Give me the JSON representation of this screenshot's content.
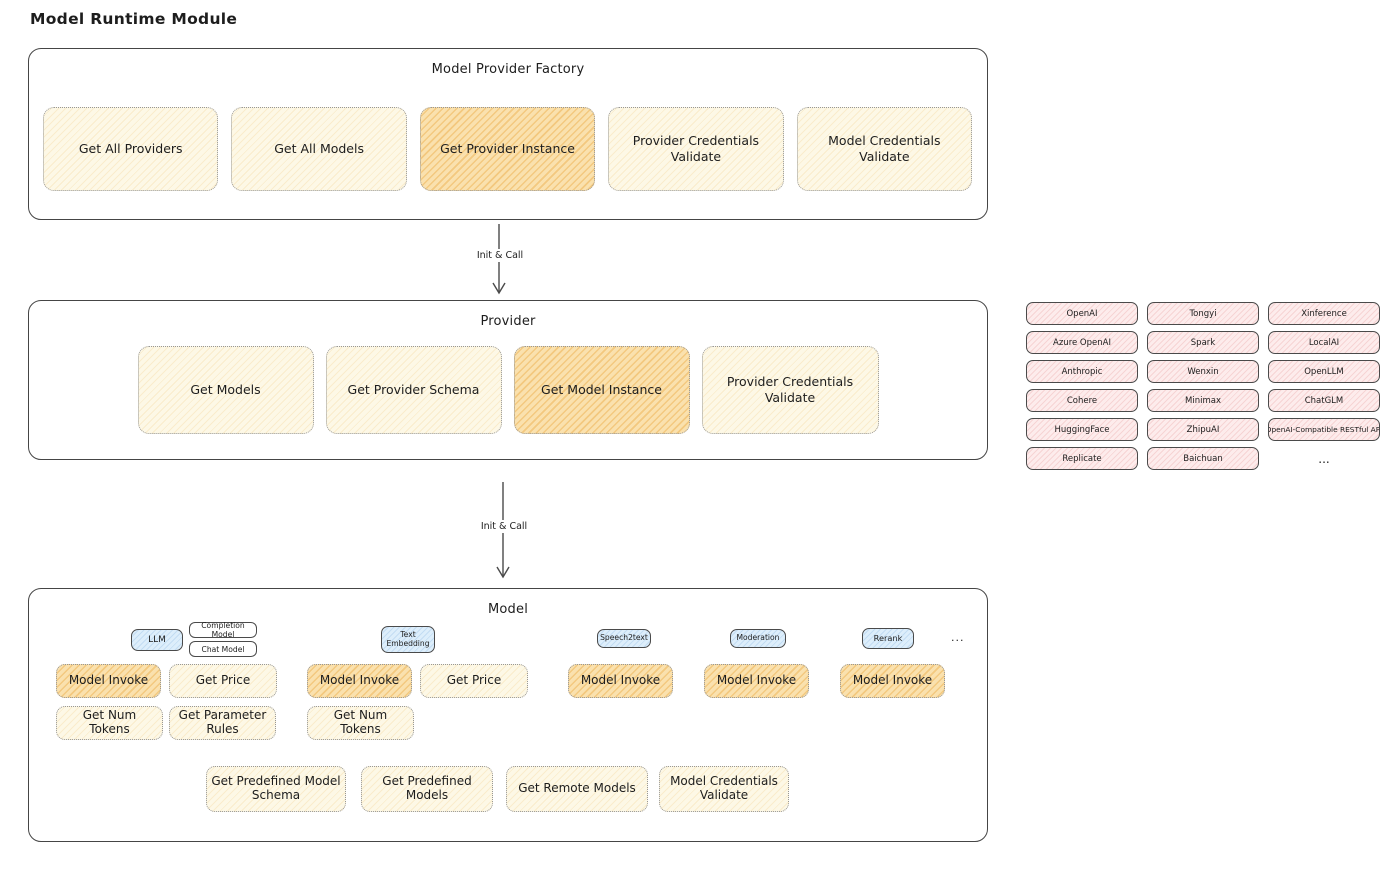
{
  "title": "Model Runtime Module",
  "factory": {
    "title": "Model Provider Factory",
    "items": [
      {
        "label": "Get All Providers",
        "highlighted": false
      },
      {
        "label": "Get All Models",
        "highlighted": false
      },
      {
        "label": "Get Provider Instance",
        "highlighted": true
      },
      {
        "label": "Provider Credentials Validate",
        "highlighted": false
      },
      {
        "label": "Model Credentials Validate",
        "highlighted": false
      }
    ]
  },
  "arrow1": {
    "label": "Init & Call"
  },
  "provider": {
    "title": "Provider",
    "items": [
      {
        "label": "Get Models",
        "highlighted": false
      },
      {
        "label": "Get Provider Schema",
        "highlighted": false
      },
      {
        "label": "Get Model Instance",
        "highlighted": true
      },
      {
        "label": "Provider Credentials Validate",
        "highlighted": false
      }
    ]
  },
  "providers_panel": {
    "items": [
      "OpenAI",
      "Tongyi",
      "Xinference",
      "Azure OpenAI",
      "Spark",
      "LocalAI",
      "Anthropic",
      "Wenxin",
      "OpenLLM",
      "Cohere",
      "Minimax",
      "ChatGLM",
      "HuggingFace",
      "ZhipuAI",
      "OpenAI-Compatible RESTful API",
      "Replicate",
      "Baichuan"
    ],
    "more": "..."
  },
  "arrow2": {
    "label": "Init & Call"
  },
  "model": {
    "title": "Model",
    "more": "...",
    "tags": {
      "llm": "LLM",
      "completion_model": "Completion Model",
      "chat_model": "Chat Model",
      "text_embedding": "Text Embedding",
      "speech2text": "Speech2text",
      "moderation": "Moderation",
      "rerank": "Rerank"
    },
    "ops": {
      "llm": [
        "Model Invoke",
        "Get Price",
        "Get Num Tokens",
        "Get Parameter Rules"
      ],
      "text_embedding": [
        "Model Invoke",
        "Get Price",
        "Get Num Tokens"
      ],
      "speech2text": [
        "Model Invoke"
      ],
      "moderation": [
        "Model Invoke"
      ],
      "rerank": [
        "Model Invoke"
      ]
    },
    "bottom_ops": [
      "Get Predefined Model Schema",
      "Get Predefined Models",
      "Get Remote Models",
      "Model Credentials Validate"
    ]
  },
  "colors": {
    "node_cream": "#fdf8e6",
    "node_orange": "#fae1ae",
    "provider_pink": "#fdecec",
    "tag_blue": "#ddeefb",
    "stroke_dark": "#454545"
  }
}
